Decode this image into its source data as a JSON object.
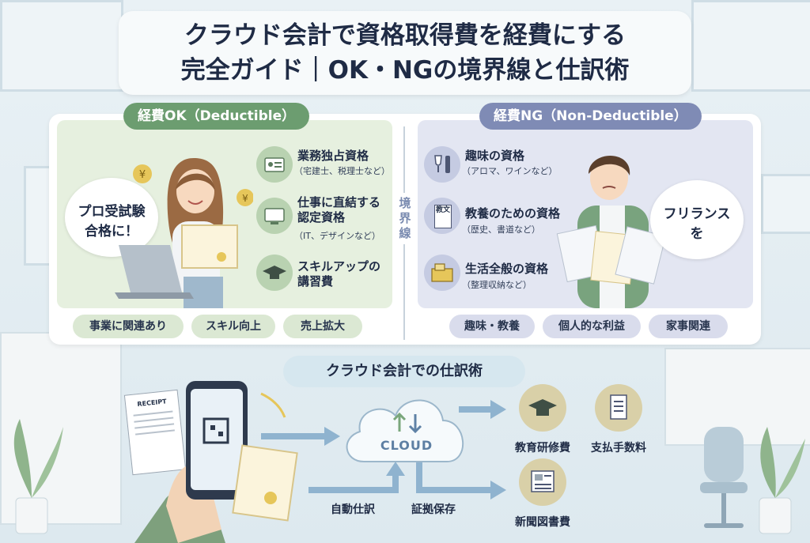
{
  "title": {
    "line1": "クラウド会計で資格取得費を経費にする",
    "line2": "完全ガイド｜OK・NGの境界線と仕訳術"
  },
  "ok_panel": {
    "header": "経費OK（Deductible）",
    "bubble_line1": "プロ受試験",
    "bubble_line2": "合格に！",
    "items": [
      {
        "title": "業務独占資格",
        "sub": "（宅建士、税理士など）"
      },
      {
        "title_line1": "仕事に直結する",
        "title_line2": "認定資格",
        "sub": "（IT、デザインなど）"
      },
      {
        "title_line1": "スキルアップの",
        "title_line2": "講習費"
      }
    ],
    "tags": [
      "事業に関連あり",
      "スキル向上",
      "売上拡大"
    ]
  },
  "divider_label": "境界線",
  "ng_panel": {
    "header": "経費NG（Non-Deductible）",
    "bubble_line1": "フリランス",
    "bubble_line2": "を",
    "items": [
      {
        "title": "趣味の資格",
        "sub": "（アロマ、ワインなど）"
      },
      {
        "title": "教養のための資格",
        "sub": "（歴史、書道など）",
        "icon_text": "教文"
      },
      {
        "title": "生活全般の資格",
        "sub": "（整理収納など）"
      }
    ],
    "tags": [
      "趣味・教養",
      "個人的な利益",
      "家事関連"
    ]
  },
  "flow": {
    "header": "クラウド会計での仕訳術",
    "receipt_text": "RECEIPT",
    "cloud_text": "CLOUD",
    "auto_label": "自動仕訳",
    "storage_label": "証拠保存",
    "outputs": [
      "教育研修費",
      "支払手数料",
      "新聞図書費"
    ]
  },
  "colors": {
    "ok_green": "#6c9d70",
    "ng_purple": "#7f8bb5",
    "arrow_blue": "#8fb3cf",
    "yen_gold": "#e6c65a"
  }
}
